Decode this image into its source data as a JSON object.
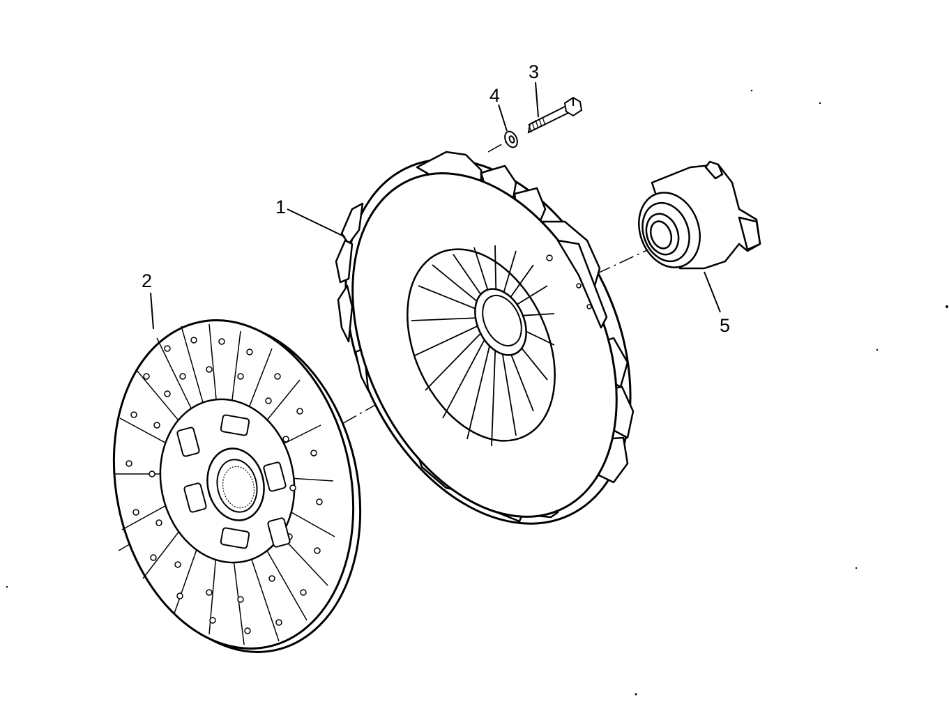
{
  "diagram": {
    "callouts": {
      "c1": "1",
      "c2": "2",
      "c3": "3",
      "c4": "4",
      "c5": "5"
    },
    "parts": [
      "pressure-plate",
      "clutch-disc",
      "bolt",
      "washer",
      "release-bearing"
    ]
  }
}
